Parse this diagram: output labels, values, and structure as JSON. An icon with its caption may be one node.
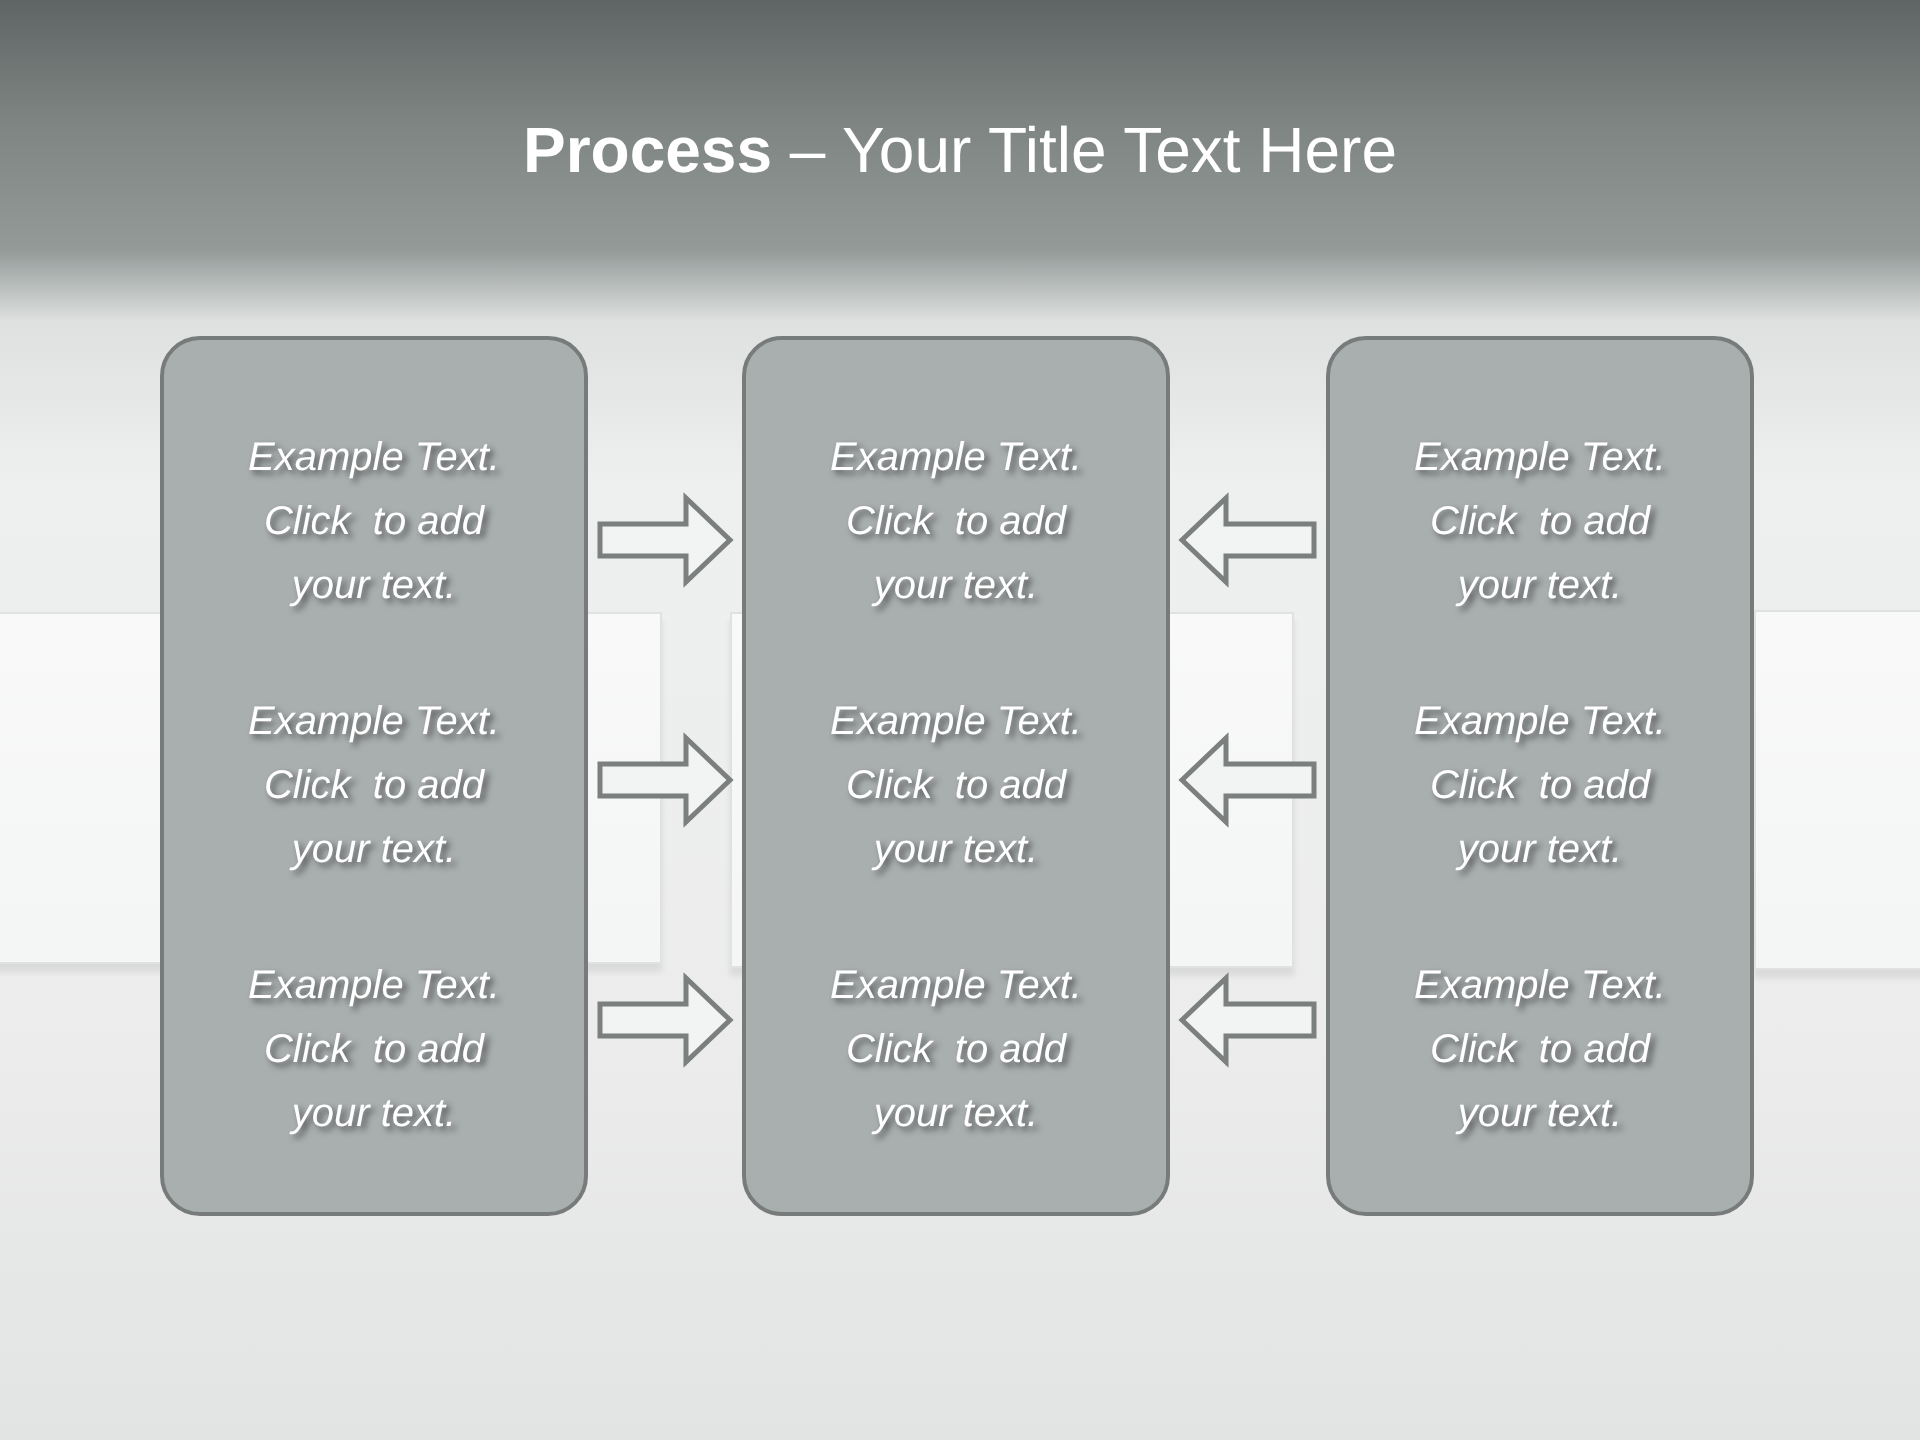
{
  "diagram": {
    "title": "**Process** – Your Title Text Here",
    "nodes": [
      {
        "text": [
          "Example Text. Click  to add your text.",
          "Example Text. Click  to add your text.",
          "Example Text. Click  to add your text."
        ]
      },
      {
        "text": [
          "Example Text. Click  to add your text.",
          "Example Text. Click  to add your text.",
          "Example Text. Click  to add your text."
        ]
      },
      {
        "text": [
          "Example Text. Click  to add your text.",
          "Example Text. Click  to add your text.",
          "Example Text. Click  to add your text."
        ]
      }
    ],
    "edges": [
      {
        "from": 0,
        "to": 1,
        "arrow": "to"
      },
      {
        "from": 0,
        "to": 1,
        "arrow": "to"
      },
      {
        "from": 0,
        "to": 1,
        "arrow": "to"
      },
      {
        "from": 2,
        "to": 1,
        "arrow": "to"
      },
      {
        "from": 2,
        "to": 1,
        "arrow": "to"
      },
      {
        "from": 2,
        "to": 1,
        "arrow": "to"
      }
    ]
  }
}
